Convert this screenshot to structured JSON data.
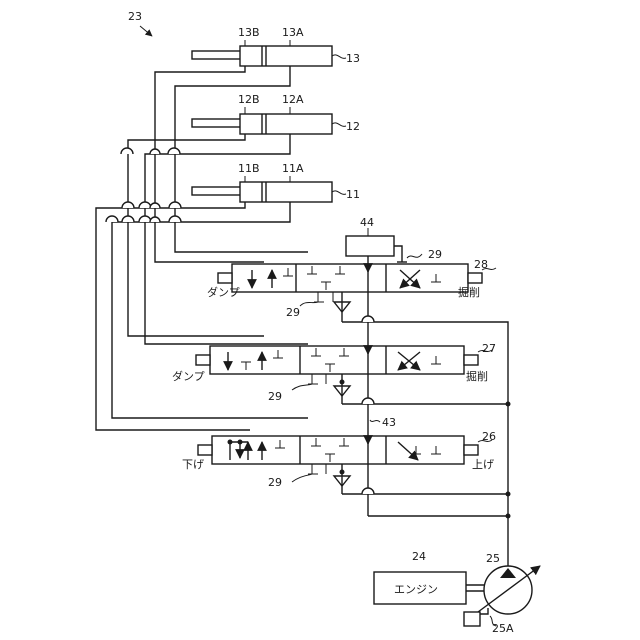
{
  "labels": {
    "system": "23",
    "cyl13": "13",
    "cyl13_b": "13B",
    "cyl13_a": "13A",
    "cyl12": "12",
    "cyl12_b": "12B",
    "cyl12_a": "12A",
    "cyl11": "11",
    "cyl11_b": "11B",
    "cyl11_a": "11A",
    "controller": "44",
    "tank_top": "29",
    "valve28": "28",
    "valve28_left": "ダンプ",
    "valve28_right": "掘削",
    "tank28": "29",
    "valve27": "27",
    "valve27_left": "ダンプ",
    "valve27_right": "掘削",
    "tank27": "29",
    "line43": "43",
    "valve26": "26",
    "valve26_left": "下げ",
    "valve26_right": "上げ",
    "tank26": "29",
    "engine_ref": "24",
    "engine": "エンジン",
    "pump": "25",
    "regulator": "25A"
  }
}
